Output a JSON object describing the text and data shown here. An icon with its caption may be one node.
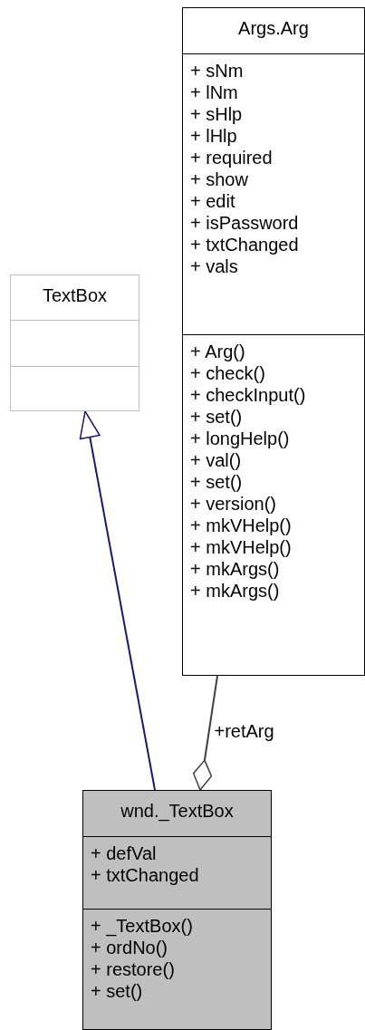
{
  "diagram": {
    "nodes": [
      {
        "text": [
          "TextBox"
        ]
      },
      {
        "text": [
          "Args.Arg",
          "+ sNm",
          "+ lNm",
          "+ sHlp",
          "+ lHlp",
          "+ required",
          "+ show",
          "+ edit",
          "+ isPassword",
          "+ txtChanged",
          "+ vals",
          "+ Arg()",
          "+ check()",
          "+ checkInput()",
          "+ set()",
          "+ longHelp()",
          "+ val()",
          "+ set()",
          "+ version()",
          "+ mkVHelp()",
          "+ mkVHelp()",
          "+ mkArgs()",
          "+ mkArgs()"
        ]
      },
      {
        "text": [
          "wnd._TextBox",
          "+ defVal",
          "+ txtChanged",
          "+ _TextBox()",
          "+ ordNo()",
          "+ restore()",
          "+ set()"
        ]
      }
    ],
    "edges": [
      {
        "from": 2,
        "to": 0,
        "arrow": "to",
        "color": "#191970"
      },
      {
        "from": 1,
        "to": 2,
        "arrow": "other",
        "label": "+retArg",
        "color": "#404040"
      }
    ]
  }
}
